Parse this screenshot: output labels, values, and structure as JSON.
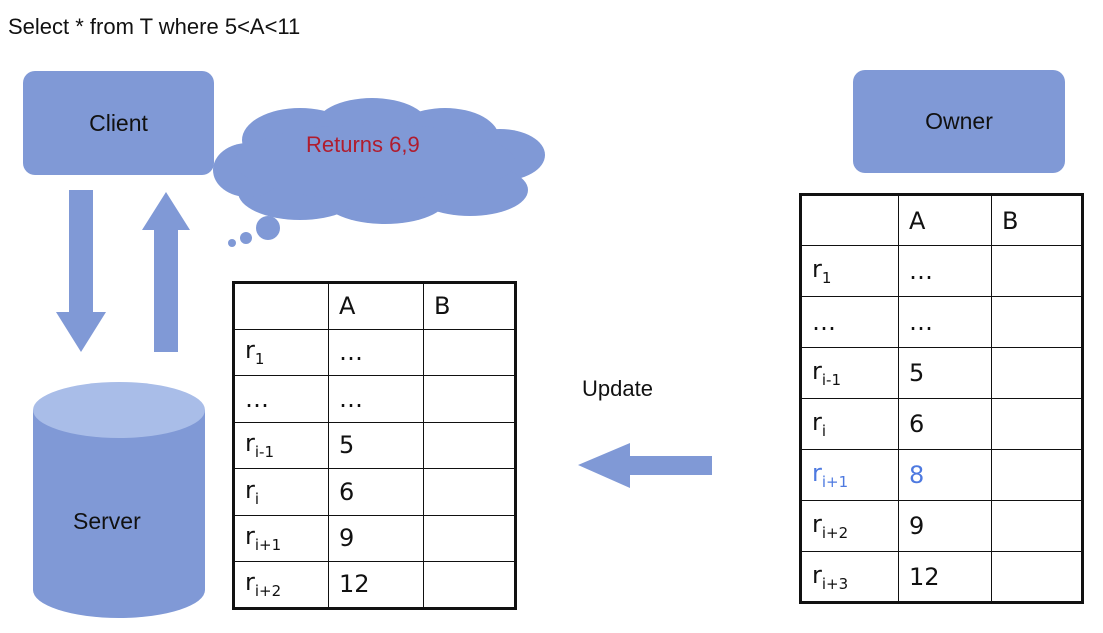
{
  "query": "Select * from T where 5<A<11",
  "client_label": "Client",
  "owner_label": "Owner",
  "server_label": "Server",
  "cloud_text": "Returns 6,9",
  "update_label": "Update",
  "colors": {
    "box_fill": "#8099d6",
    "arrow_fill": "#8099d6",
    "cloud_text": "#b01c2e",
    "highlight": "#4d79e0"
  },
  "server_table": {
    "headers": [
      "",
      "A",
      "B"
    ],
    "rows": [
      {
        "row": "r",
        "sub": "1",
        "a": "…",
        "b": ""
      },
      {
        "row": "…",
        "sub": "",
        "a": "…",
        "b": ""
      },
      {
        "row": "r",
        "sub": "i-1",
        "a": "5",
        "b": ""
      },
      {
        "row": "r",
        "sub": "i",
        "a": "6",
        "b": ""
      },
      {
        "row": "r",
        "sub": "i+1",
        "a": "9",
        "b": ""
      },
      {
        "row": "r",
        "sub": "i+2",
        "a": "12",
        "b": ""
      }
    ]
  },
  "owner_table": {
    "headers": [
      "",
      "A",
      "B"
    ],
    "rows": [
      {
        "row": "r",
        "sub": "1",
        "a": "…",
        "b": ""
      },
      {
        "row": "…",
        "sub": "",
        "a": "…",
        "b": ""
      },
      {
        "row": "r",
        "sub": "i-1",
        "a": "5",
        "b": ""
      },
      {
        "row": "r",
        "sub": "i",
        "a": "6",
        "b": ""
      },
      {
        "row": "r",
        "sub": "i+1",
        "a": "8",
        "b": "",
        "highlight": true
      },
      {
        "row": "r",
        "sub": "i+2",
        "a": "9",
        "b": ""
      },
      {
        "row": "r",
        "sub": "i+3",
        "a": "12",
        "b": ""
      }
    ]
  }
}
